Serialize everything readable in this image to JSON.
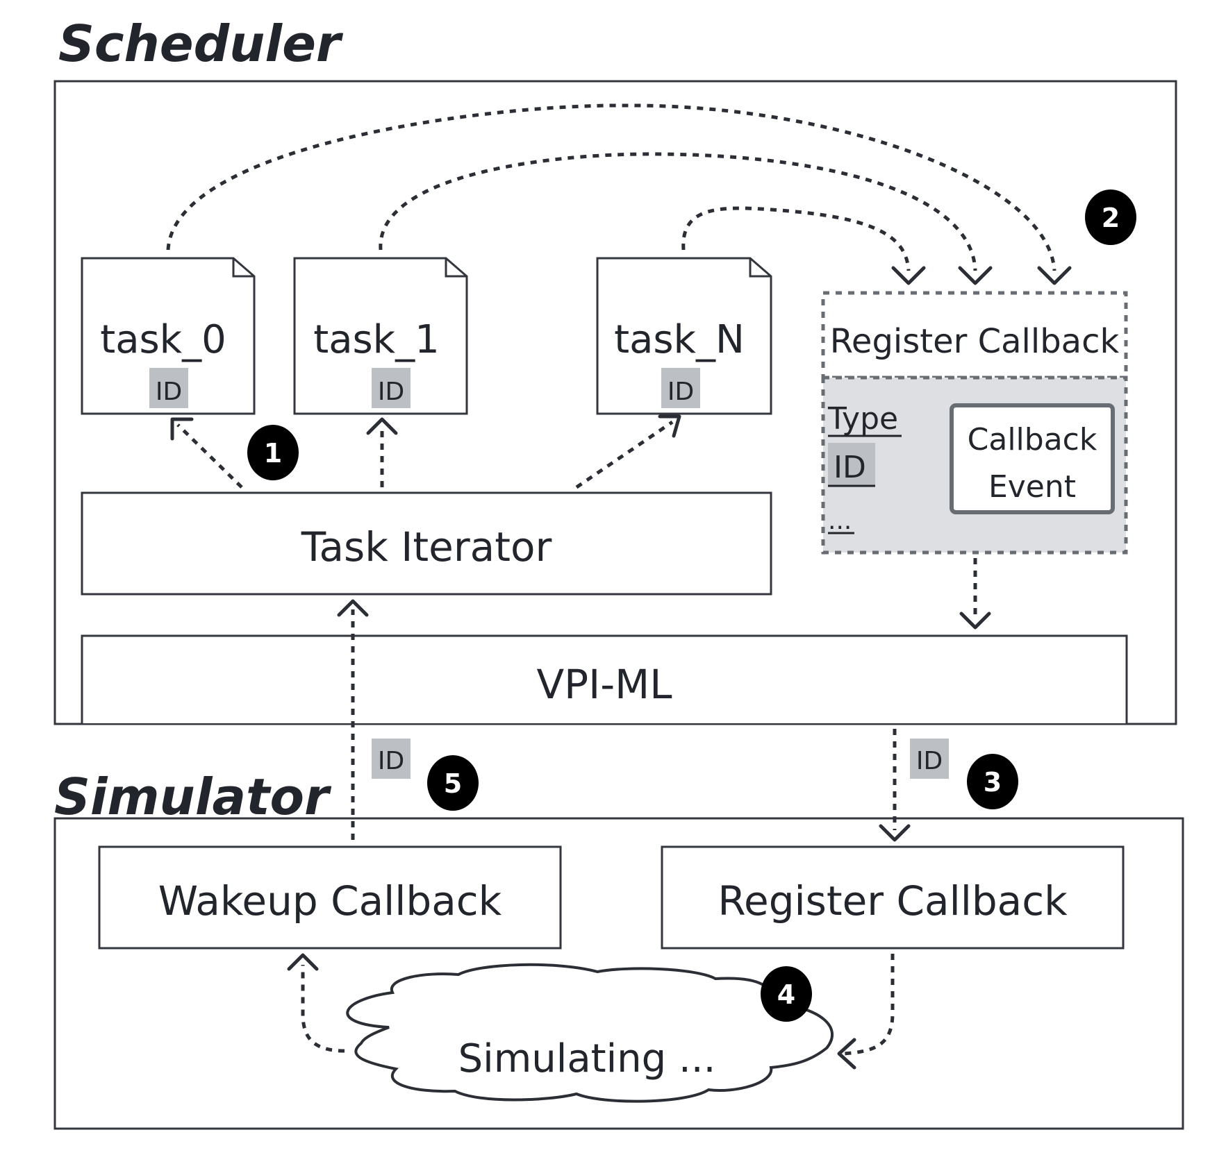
{
  "scheduler": {
    "title": "Scheduler",
    "tasks": [
      {
        "name": "task_0",
        "tag": "ID"
      },
      {
        "name": "task_1",
        "tag": "ID"
      },
      {
        "name": "task_N",
        "tag": "ID"
      }
    ],
    "task_iterator": "Task Iterator",
    "register_callback": {
      "title": "Register Callback",
      "fields": [
        "Type",
        "ID",
        "..."
      ],
      "event_box": {
        "line1": "Callback",
        "line2": "Event"
      }
    },
    "vpi_ml": "VPI-ML"
  },
  "simulator": {
    "title": "Simulator",
    "wakeup_callback": "Wakeup Callback",
    "register_callback": "Register Callback",
    "simulating": "Simulating ..."
  },
  "flow_tags": {
    "to_simulator": "ID",
    "to_scheduler": "ID"
  },
  "steps": [
    "1",
    "2",
    "3",
    "4",
    "5"
  ],
  "colors": {
    "ink": "#22252b",
    "id_tag": "#bcbfc3",
    "register_panel": "#dedfe2",
    "dashed_border": "#686c73",
    "step_badge": "#000000"
  }
}
